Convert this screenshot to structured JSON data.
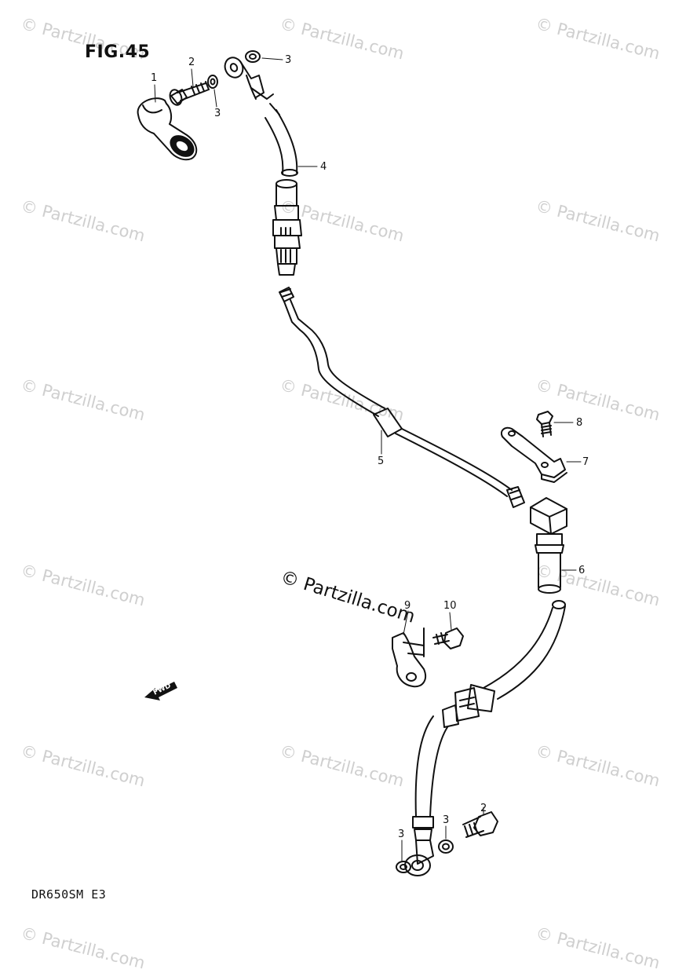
{
  "figure_title": "FIG.45",
  "model_code": "DR650SM E3",
  "watermark_text": "© Partzilla.com",
  "watermark_center_text": "© Partzilla.com",
  "direction_label": "FWD",
  "colors": {
    "line": "#111111",
    "watermark": "#cfcfcf",
    "background": "#ffffff"
  },
  "callouts": [
    {
      "id": "c1",
      "label": "1"
    },
    {
      "id": "c2a",
      "label": "2"
    },
    {
      "id": "c3a",
      "label": "3"
    },
    {
      "id": "c3b",
      "label": "3"
    },
    {
      "id": "c4",
      "label": "4"
    },
    {
      "id": "c5",
      "label": "5"
    },
    {
      "id": "c6",
      "label": "6"
    },
    {
      "id": "c7",
      "label": "7"
    },
    {
      "id": "c8",
      "label": "8"
    },
    {
      "id": "c9",
      "label": "9"
    },
    {
      "id": "c10",
      "label": "10"
    },
    {
      "id": "c2b",
      "label": "2"
    },
    {
      "id": "c3c",
      "label": "3"
    },
    {
      "id": "c3d",
      "label": "3"
    }
  ]
}
